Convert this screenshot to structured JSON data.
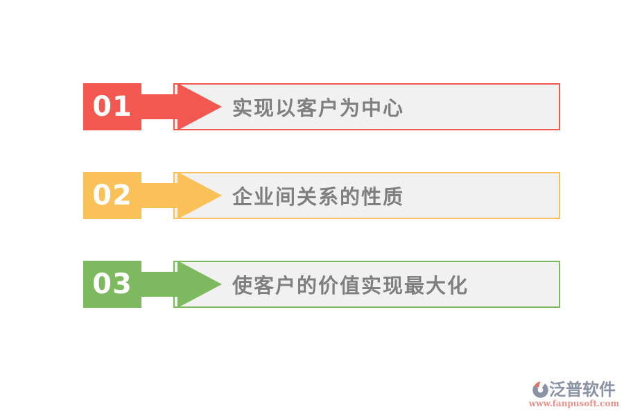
{
  "page": {
    "background": "#ffffff",
    "bar_fill": "#f1f1f1",
    "label_color": "#7f7f7f",
    "number_color": "#ffffff"
  },
  "rows": [
    {
      "number": "01",
      "label": "实现以客户为中心",
      "color": "#f25750"
    },
    {
      "number": "02",
      "label": "企业间关系的性质",
      "color": "#f9c158"
    },
    {
      "number": "03",
      "label": "使客户的价值实现最大化",
      "color": "#7db95f"
    }
  ],
  "watermark": {
    "icon": "fanpu-circle-logo",
    "brand": "泛普软件",
    "url": "www.fanpusoft.com",
    "brand_color": "#8a93a4",
    "url_color": "#e9928b",
    "icon_accent_color": "#dd7166"
  }
}
